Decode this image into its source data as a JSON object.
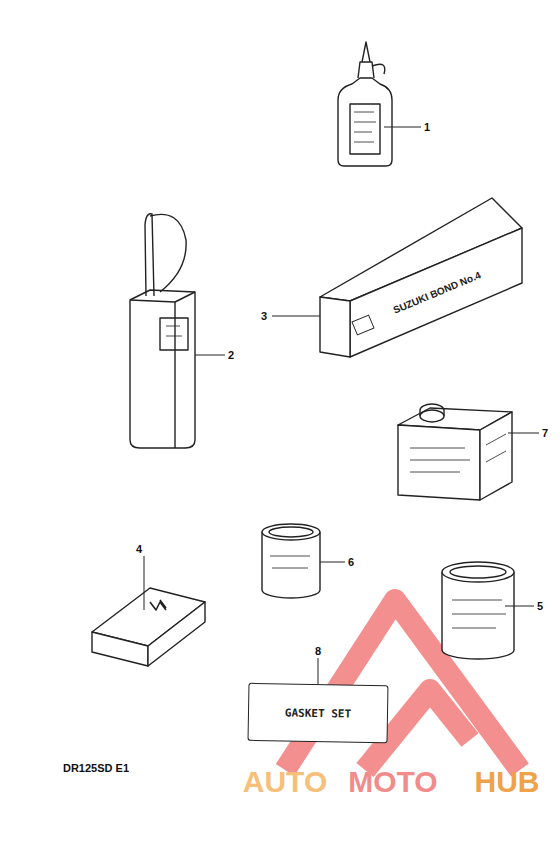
{
  "diagram": {
    "nodes": [
      {
        "text": [
          "GASKET SET"
        ]
      }
    ],
    "labels": [
      "1",
      "2",
      "3",
      "4",
      "5",
      "6",
      "7",
      "8",
      "DR125SD E1",
      "SUZUKI BOND No.4",
      "AUTO",
      "MOTO",
      "HUB"
    ]
  }
}
